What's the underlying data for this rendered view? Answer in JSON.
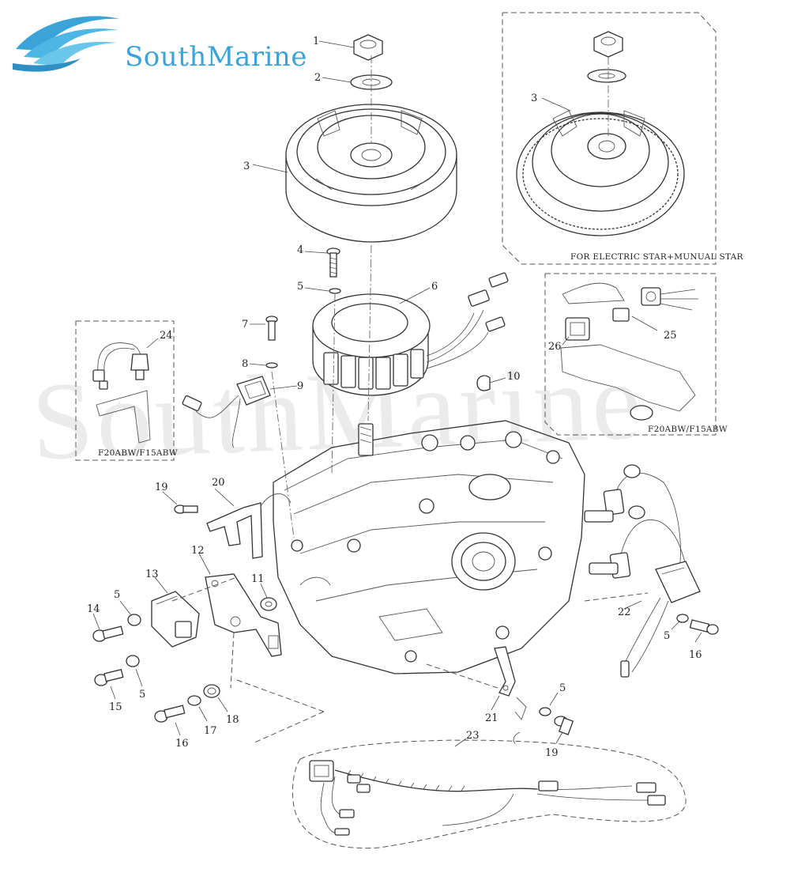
{
  "brand": {
    "name": "SouthMarine",
    "logo_icon": "wave-logo-icon",
    "color": "#3aa3d8"
  },
  "watermark": {
    "text": "SouthMarine"
  },
  "insets": {
    "electric_start": "FOR ELECTRIC STAR+MUNUAL STAR",
    "model_right": "F20ABW/F15ABW",
    "model_left": "F20ABW/F15ABW"
  },
  "labels": {
    "n1": "1",
    "n2": "2",
    "n3": "3",
    "n3b": "3",
    "n4": "4",
    "n5a": "5",
    "n5b": "5",
    "n5c": "5",
    "n5d": "5",
    "n5e": "5",
    "n6": "6",
    "n7": "7",
    "n8": "8",
    "n9": "9",
    "n10": "10",
    "n11": "11",
    "n12": "12",
    "n13": "13",
    "n14": "14",
    "n15": "15",
    "n16a": "16",
    "n16b": "16",
    "n17": "17",
    "n18": "18",
    "n19a": "19",
    "n19b": "19",
    "n20": "20",
    "n21": "21",
    "n22": "22",
    "n23": "23",
    "n24": "24",
    "n25": "25",
    "n26": "26"
  }
}
